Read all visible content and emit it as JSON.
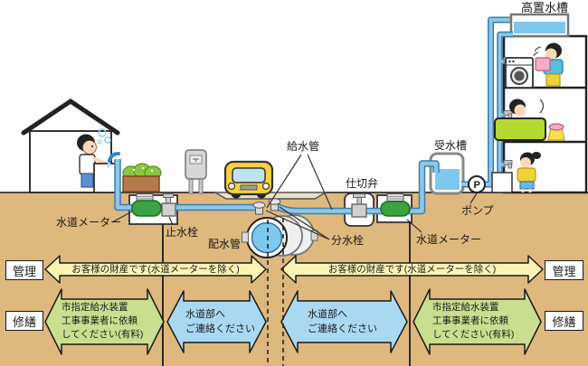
{
  "labels": {
    "elevated_tank": "高置水槽",
    "receiving_tank": "受水槽",
    "supply_pipe": "給水管",
    "gate_valve": "仕切弁",
    "stop_valve": "止水栓",
    "distribution_pipe": "配水管",
    "branch_valve": "分水栓",
    "pump": "ポンプ",
    "pump_symbol": "P",
    "water_meter_left": "水道メーター",
    "water_meter_right": "水道メーター"
  },
  "zones": {
    "left": {
      "management_label": "管理",
      "repair_label": "修繕",
      "property_note": "お客様の財産です(水道メーターを除く)",
      "contractor_lines": [
        "市指定給水装置",
        "工事事業者に依頼",
        "してください(有料)"
      ],
      "waterworks_lines": [
        "水道部へ",
        "ご連絡ください"
      ]
    },
    "right": {
      "management_label": "管理",
      "repair_label": "修繕",
      "property_note": "お客様の財産です(水道メーターを除く)",
      "contractor_lines": [
        "市指定給水装置",
        "工事事業者に依頼",
        "してください(有料)"
      ],
      "waterworks_lines": [
        "水道部へ",
        "ご連絡ください"
      ]
    }
  },
  "colors": {
    "ground": "#DFB87D",
    "road": "#EDE0C4",
    "pipe_fill": "#8FC7E7",
    "pipe_stroke": "#397EAE",
    "meter_green": "#3DA342",
    "arrow_yellow": "#FAF4B4",
    "arrow_green": "#C9DE8F",
    "arrow_blue": "#A9D9F2",
    "water": "#7EC8EE",
    "car_yellow": "#F7D23E",
    "bath_green": "#B5D832"
  }
}
